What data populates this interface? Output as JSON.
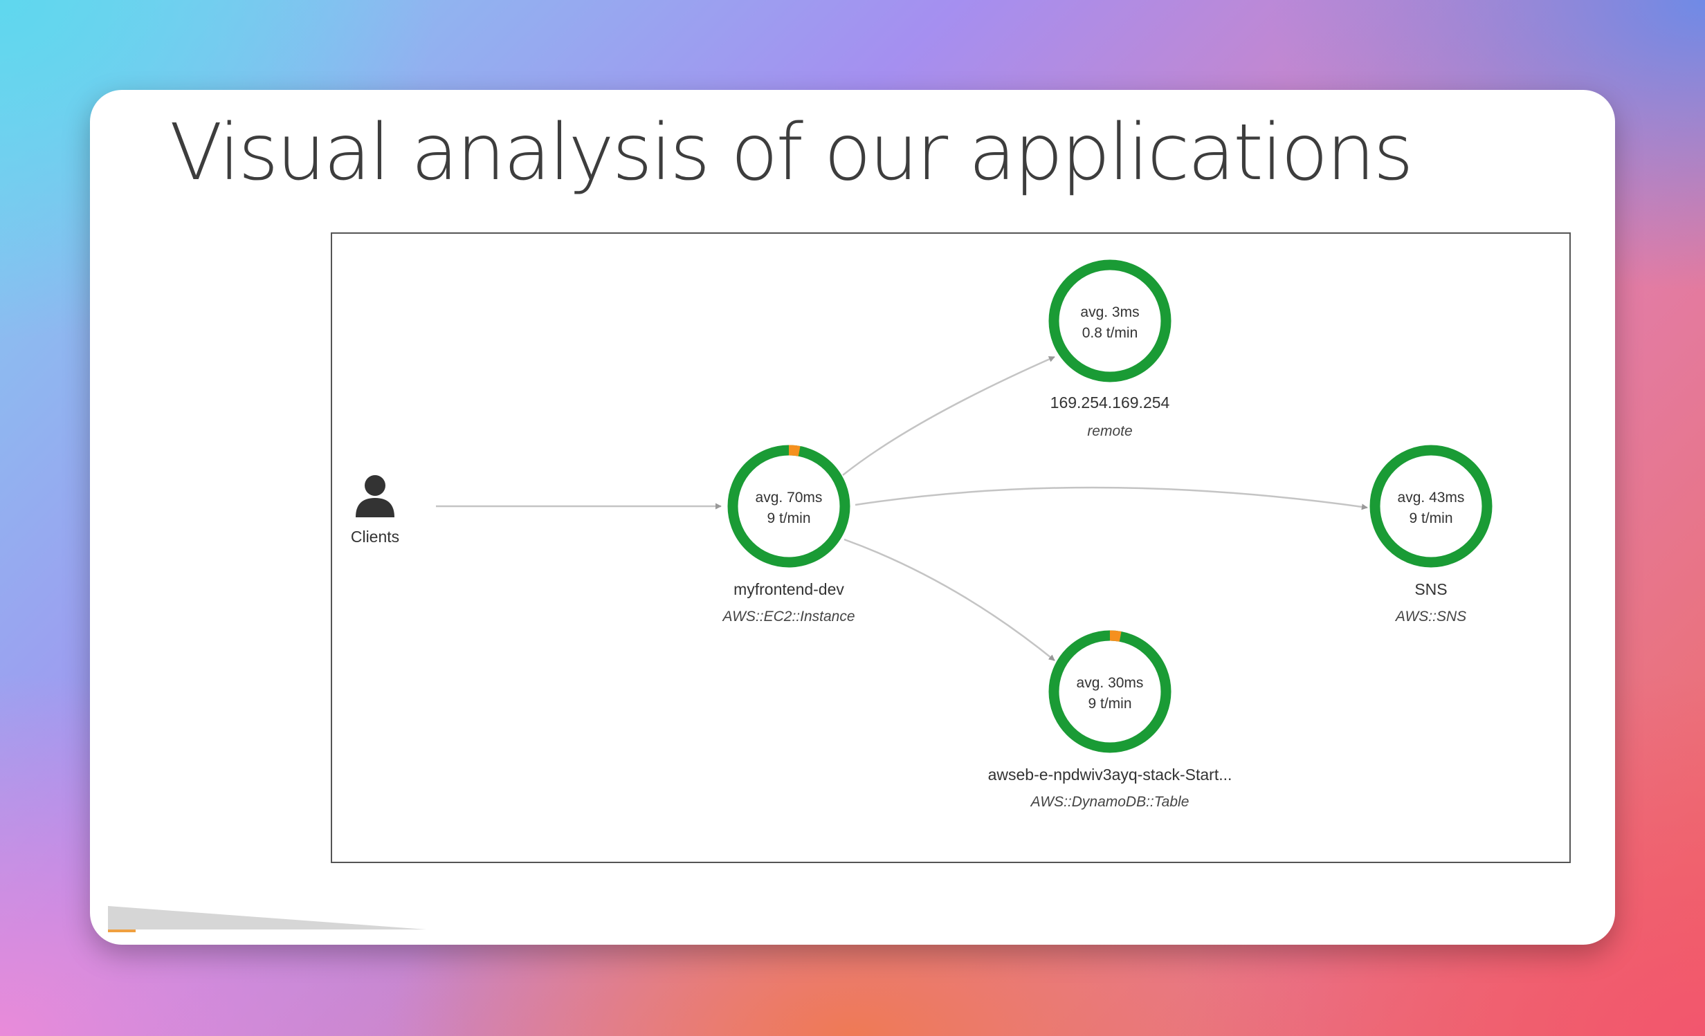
{
  "slide": {
    "title": "Visual analysis of our applications"
  },
  "colors": {
    "ring_ok": "#1a9b35",
    "ring_warn": "#f5901e",
    "edge": "#c4c4c4",
    "arrow": "#999999"
  },
  "service_map": {
    "clients": {
      "label": "Clients",
      "icon": "user-icon"
    },
    "nodes": [
      {
        "id": "frontend",
        "stat_latency": "avg. 70ms",
        "stat_rate": "9 t/min",
        "name": "myfrontend-dev",
        "type": "AWS::EC2::Instance",
        "warn_fraction": 0.06
      },
      {
        "id": "remote",
        "stat_latency": "avg. 3ms",
        "stat_rate": "0.8 t/min",
        "name": "169.254.169.254",
        "type": "remote",
        "warn_fraction": 0
      },
      {
        "id": "sns",
        "stat_latency": "avg. 43ms",
        "stat_rate": "9 t/min",
        "name": "SNS",
        "type": "AWS::SNS",
        "warn_fraction": 0
      },
      {
        "id": "dynamodb",
        "stat_latency": "avg. 30ms",
        "stat_rate": "9 t/min",
        "name": "awseb-e-npdwiv3ayq-stack-Start...",
        "type": "AWS::DynamoDB::Table",
        "warn_fraction": 0.06
      }
    ]
  }
}
